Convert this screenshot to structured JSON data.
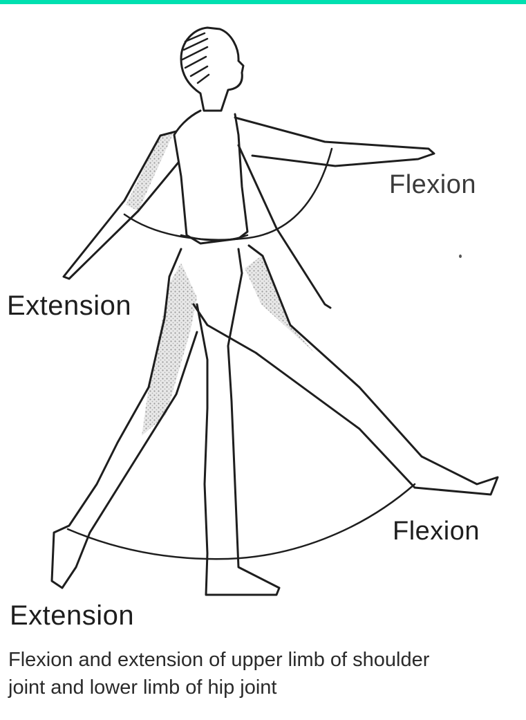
{
  "colors": {
    "accent_bar": "#00e0b0",
    "line": "#1e1e1e",
    "shade": "#cfcfcf"
  },
  "labels": {
    "flexion_upper": "Flexion",
    "extension_upper": "Extension",
    "flexion_lower": "Flexion",
    "extension_lower": "Extension"
  },
  "caption": {
    "line1": "Flexion and extension of upper limb of shoulder",
    "line2": "joint and lower limb of hip joint"
  },
  "figure": {
    "icon": "human-figure-illustration"
  }
}
